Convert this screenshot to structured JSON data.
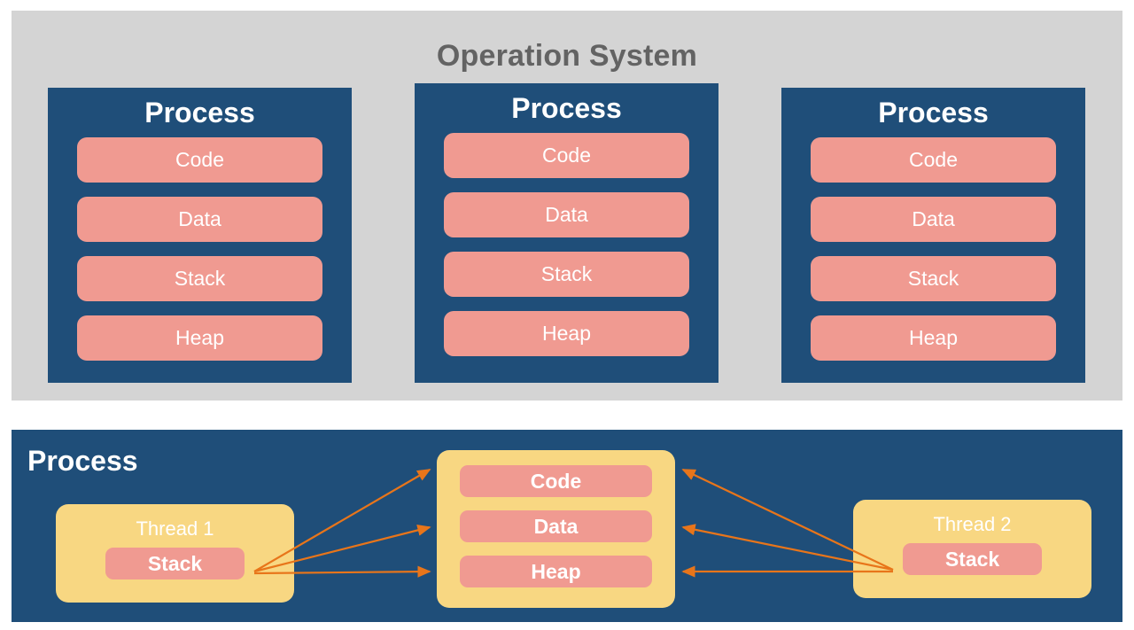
{
  "colors": {
    "panel_gray": "#d4d4d4",
    "process_navy": "#1f4e79",
    "segment_salmon": "#f09a91",
    "thread_yellow": "#f8d782",
    "arrow_orange": "#e8751a",
    "title_gray": "#636363",
    "label_white": "#ffffff",
    "page_background": "#ffffff"
  },
  "os_panel": {
    "title": "Operation System",
    "processes": [
      {
        "title": "Process",
        "segments": [
          "Code",
          "Data",
          "Stack",
          "Heap"
        ]
      },
      {
        "title": "Process",
        "segments": [
          "Code",
          "Data",
          "Stack",
          "Heap"
        ]
      },
      {
        "title": "Process",
        "segments": [
          "Code",
          "Data",
          "Stack",
          "Heap"
        ]
      }
    ]
  },
  "thread_panel": {
    "title": "Process",
    "thread_one": {
      "label": "Thread 1",
      "stack_label": "Stack"
    },
    "thread_two": {
      "label": "Thread 2",
      "stack_label": "Stack"
    },
    "shared_memory": {
      "segments": [
        "Code",
        "Data",
        "Heap"
      ]
    }
  }
}
